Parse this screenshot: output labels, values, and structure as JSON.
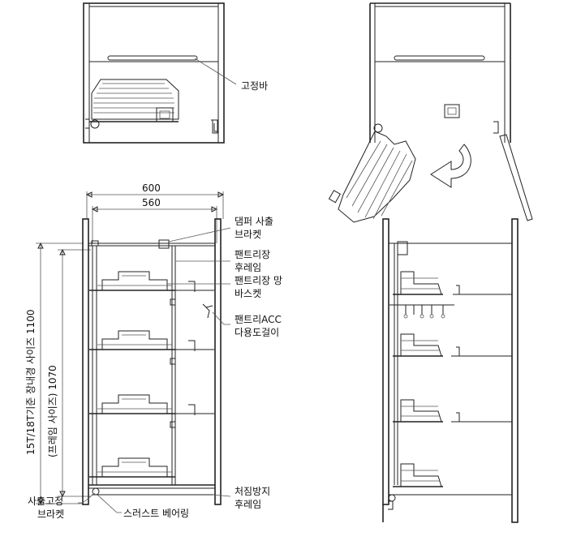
{
  "labels": {
    "fixing_bar": "고정바",
    "damper_bracket_1": "댐퍼 사출",
    "damper_bracket_2": "브라켓",
    "pantry_frame_1": "팬트리장",
    "pantry_frame_2": "후레임",
    "pantry_basket_1": "팬트리장 망",
    "pantry_basket_2": "바스켓",
    "acc_hanger_1": "팬트리ACC",
    "acc_hanger_2": "다용도걸이",
    "sag_frame_1": "처짐방지",
    "sag_frame_2": "후레임",
    "injection_bracket_1": "사출고정",
    "injection_bracket_2": "브라켓",
    "thrust_bearing": "스러스트 베어링"
  },
  "dimensions": {
    "width_outer": "600",
    "width_inner": "560",
    "height_cabinet": "15T/18T기준 장내경 사이즈 1100",
    "height_frame": "(프레임 사이즈) 1070"
  }
}
